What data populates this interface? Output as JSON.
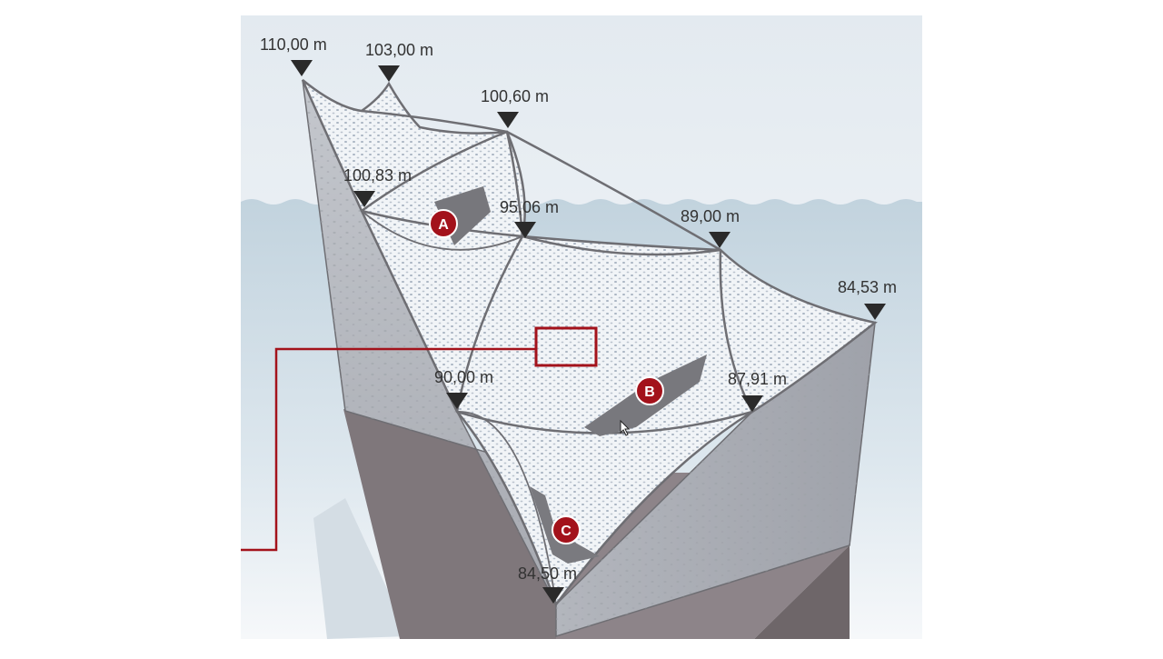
{
  "elevations": [
    {
      "id": "peak-west",
      "label": "110,00 m"
    },
    {
      "id": "peak-west-2",
      "label": "103,00 m"
    },
    {
      "id": "peak-center",
      "label": "100,60 m"
    },
    {
      "id": "ridge-west",
      "label": "100,83 m"
    },
    {
      "id": "valley-center",
      "label": "95,06 m"
    },
    {
      "id": "peak-east",
      "label": "89,00 m"
    },
    {
      "id": "corner-east",
      "label": "84,53 m"
    },
    {
      "id": "valley-mid-west",
      "label": "90,00 m"
    },
    {
      "id": "valley-mid-east",
      "label": "87,91 m"
    },
    {
      "id": "corner-front",
      "label": "84,50 m"
    }
  ],
  "markers": [
    {
      "id": "A",
      "letter": "A"
    },
    {
      "id": "B",
      "letter": "B"
    },
    {
      "id": "C",
      "letter": "C"
    }
  ],
  "colors": {
    "sky_top": "#e9eff4",
    "water": "#c9d9e3",
    "roof_fill": "#eef2f6",
    "edge": "#6e6e73",
    "wall_light": "#b9bcc3",
    "wall_dark": "#8d8f96",
    "brick": "#8c8387",
    "callout_red": "#a3121b",
    "marker_red": "#a3121b"
  }
}
